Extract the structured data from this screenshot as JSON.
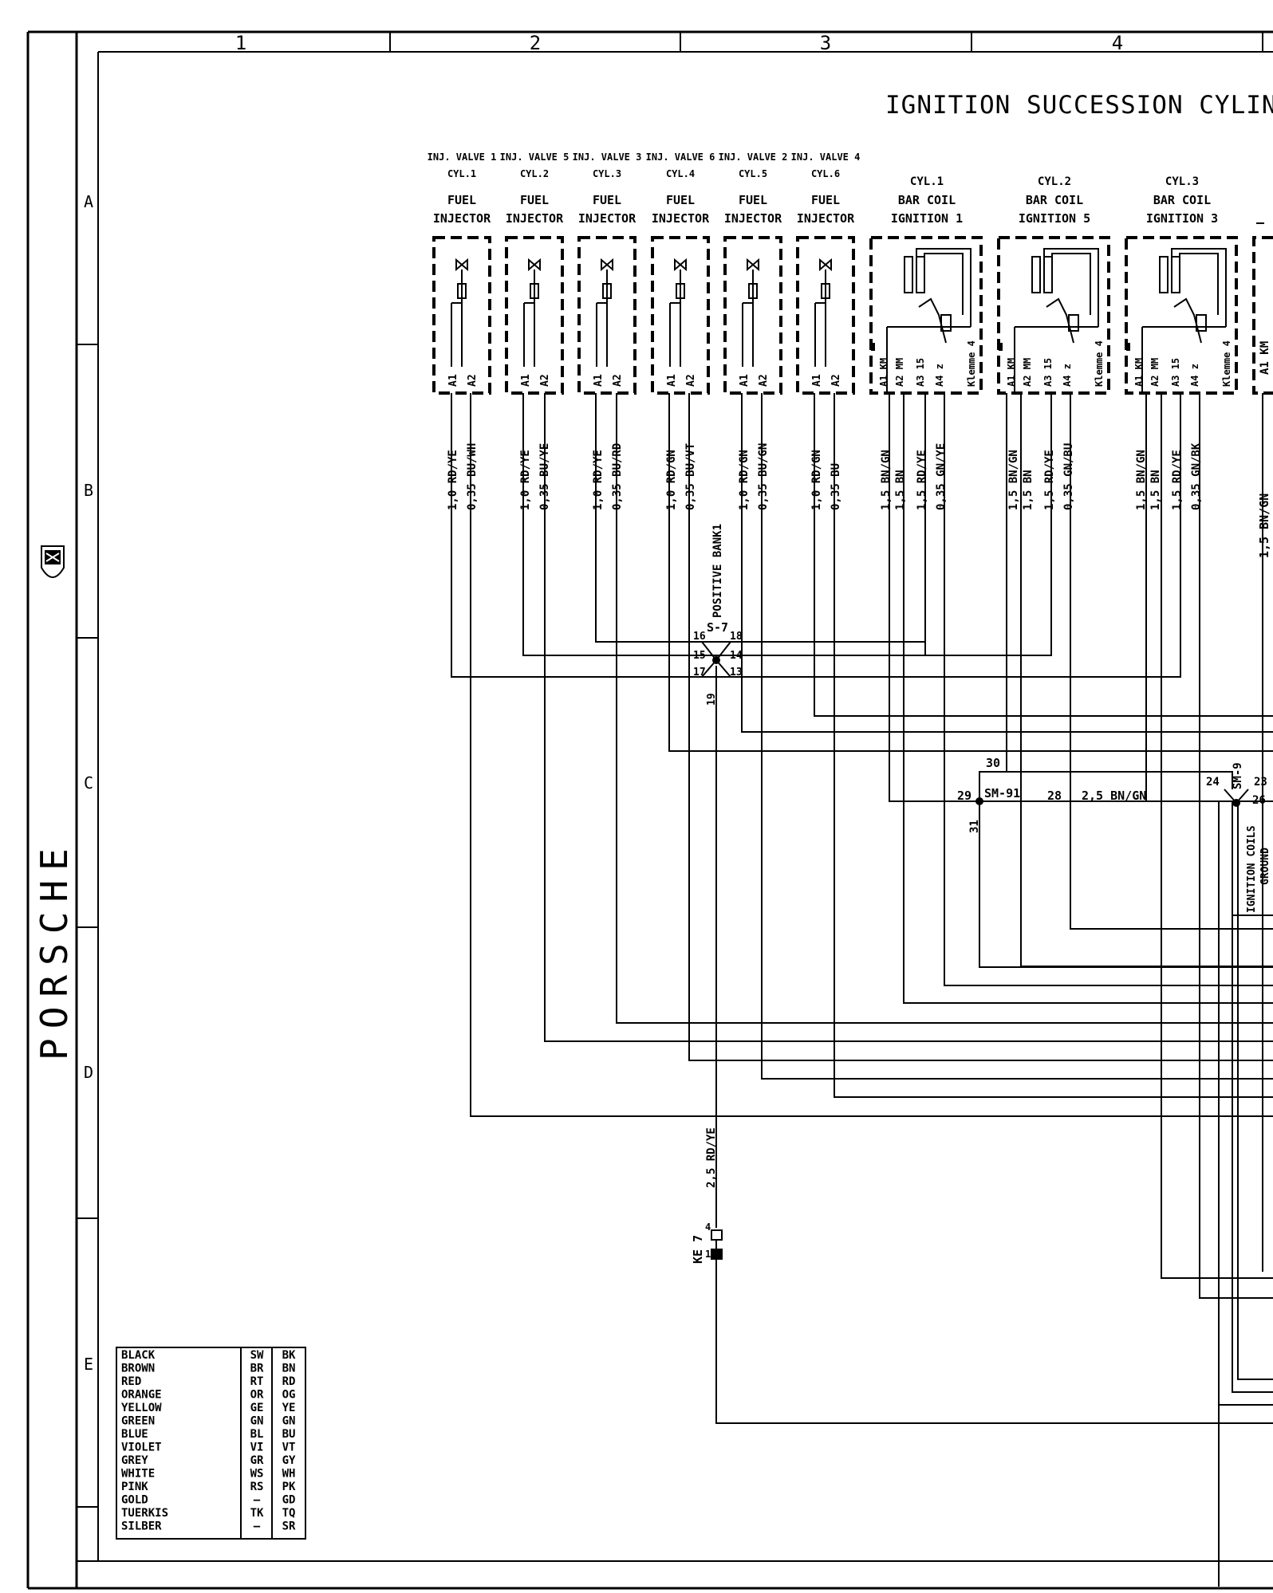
{
  "title": "IGNITION SUCCESSION   CYLINDE",
  "columns": [
    "1",
    "2",
    "3",
    "4"
  ],
  "rows": [
    "A",
    "B",
    "C",
    "D",
    "E"
  ],
  "brand_vertical": "PORSCHE",
  "injectors": [
    {
      "head": "INJ. VALVE 1",
      "cyl": "CYL.1",
      "l1": "FUEL",
      "l2": "INJECTOR",
      "p1": "A1",
      "p2": "A2",
      "w1": "1,0 RD/YE",
      "w2": "0,35 BU/WH"
    },
    {
      "head": "INJ. VALVE 5",
      "cyl": "CYL.2",
      "l1": "FUEL",
      "l2": "INJECTOR",
      "p1": "A1",
      "p2": "A2",
      "w1": "1,0 RD/YE",
      "w2": "0,35 BU/YE"
    },
    {
      "head": "INJ. VALVE 3",
      "cyl": "CYL.3",
      "l1": "FUEL",
      "l2": "INJECTOR",
      "p1": "A1",
      "p2": "A2",
      "w1": "1,0 RD/YE",
      "w2": "0,35 BU/RD"
    },
    {
      "head": "INJ. VALVE 6",
      "cyl": "CYL.4",
      "l1": "FUEL",
      "l2": "INJECTOR",
      "p1": "A1",
      "p2": "A2",
      "w1": "1,0 RD/GN",
      "w2": "0,35 BU/VT"
    },
    {
      "head": "INJ. VALVE 2",
      "cyl": "CYL.5",
      "l1": "FUEL",
      "l2": "INJECTOR",
      "p1": "A1",
      "p2": "A2",
      "w1": "1,0 RD/GN",
      "w2": "0,35 BU/GN"
    },
    {
      "head": "INJ. VALVE 4",
      "cyl": "CYL.6",
      "l1": "FUEL",
      "l2": "INJECTOR",
      "p1": "A1",
      "p2": "A2",
      "w1": "1,0 RD/GN",
      "w2": "0,35 BU"
    }
  ],
  "coils": [
    {
      "cyl": "CYL.1",
      "l1": "BAR  COIL",
      "l2": "IGNITION  1",
      "pins": [
        "A1 KM",
        "A2 MM",
        "A3 15",
        "A4 z",
        "Klemme 4"
      ],
      "wires": [
        "1,5 BN/GN",
        "1,5 BN",
        "1,5 RD/YE",
        "0,35 GN/YE"
      ]
    },
    {
      "cyl": "CYL.2",
      "l1": "BAR  COIL",
      "l2": "IGNITION  5",
      "pins": [
        "A1 KM",
        "A2 MM",
        "A3 15",
        "A4 z",
        "Klemme 4"
      ],
      "wires": [
        "1,5 BN/GN",
        "1,5 BN",
        "1,5 RD/YE",
        "0,35 GN/BU"
      ]
    },
    {
      "cyl": "CYL.3",
      "l1": "BAR  COIL",
      "l2": "IGNITION  3",
      "pins": [
        "A1 KM",
        "A2 MM",
        "A3 15",
        "A4 z",
        "Klemme 4"
      ],
      "wires": [
        "1,5 BN/GN",
        "1,5 BN",
        "1,5 RD/YE",
        "0,35 GN/BK"
      ]
    }
  ],
  "coil4_wire": "1,5 BN/GN",
  "coil4_pin": "A1 KM",
  "splice_s7": {
    "name": "S-7",
    "label": "POSITIVE  BANK1",
    "pins": [
      "16",
      "15",
      "17",
      "18",
      "14",
      "13",
      "19"
    ]
  },
  "splice_sm91": {
    "name": "SM-91",
    "pins": [
      "29",
      "28",
      "30",
      "31"
    ],
    "wire": "2,5 BN/GN"
  },
  "splice_sm9": {
    "name": "SM-9",
    "pins": [
      "24",
      "23",
      "26"
    ],
    "label1": "IGNITION COILS",
    "label2": "GROUND"
  },
  "ke7": {
    "name": "KE 7",
    "wire": "2,5 RD/YE",
    "pins": [
      "4",
      "1"
    ]
  },
  "legend": [
    [
      "BLACK",
      "SW",
      "BK"
    ],
    [
      "BROWN",
      "BR",
      "BN"
    ],
    [
      "RED",
      "RT",
      "RD"
    ],
    [
      "ORANGE",
      "OR",
      "OG"
    ],
    [
      "YELLOW",
      "GE",
      "YE"
    ],
    [
      "GREEN",
      "GN",
      "GN"
    ],
    [
      "BLUE",
      "BL",
      "BU"
    ],
    [
      "VIOLET",
      "VI",
      "VT"
    ],
    [
      "GREY",
      "GR",
      "GY"
    ],
    [
      "WHITE",
      "WS",
      "WH"
    ],
    [
      "PINK",
      "RS",
      "PK"
    ],
    [
      "GOLD",
      "—",
      "GD"
    ],
    [
      "TUERKIS",
      "TK",
      "TQ"
    ],
    [
      "SILBER",
      "—",
      "SR"
    ]
  ]
}
